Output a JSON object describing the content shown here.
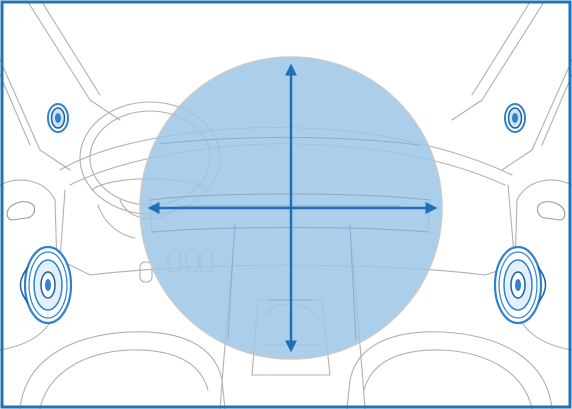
{
  "diagram": {
    "colors": {
      "frame": "#1f73b7",
      "line_art": "#b0b0b0",
      "line_art_dark": "#9a9a9a",
      "sound_field_fill": "#9cc6e8",
      "sound_field_stroke": "#c9c9c9",
      "arrow": "#1f6fb2",
      "speaker": "#2f82d1",
      "speaker_dark": "#1f5e9e",
      "background": "#ffffff"
    },
    "elements": {
      "frame": "blue-border-frame",
      "sound_field": "blue-sound-field-circle",
      "arrows": [
        "arrow-up",
        "arrow-down",
        "arrow-left",
        "arrow-right"
      ],
      "speakers": [
        "left-tweeter",
        "right-tweeter",
        "left-woofer",
        "right-woofer"
      ],
      "car_interior": [
        "windshield-pillars",
        "dashboard",
        "steering-wheel",
        "center-console",
        "front-seats",
        "door-handles"
      ]
    }
  }
}
